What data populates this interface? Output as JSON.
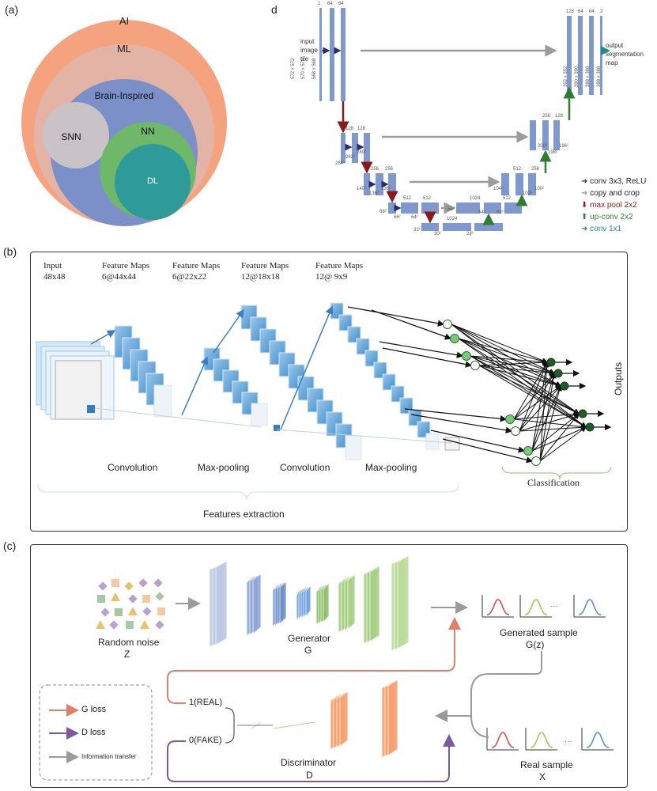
{
  "panels": {
    "a": {
      "label": "(a)",
      "circles": [
        {
          "label": "AI",
          "color": "#f5a27f"
        },
        {
          "label": "ML",
          "color": "#e3b3a6"
        },
        {
          "label": "Brain-Inspired",
          "color": "#7b8fc9"
        },
        {
          "label": "SNN",
          "color": "#c9c3c8"
        },
        {
          "label": "NN",
          "color": "#6fb86a"
        },
        {
          "label": "DL",
          "color": "#2e9a9a"
        }
      ]
    },
    "d": {
      "label": "d",
      "input_label": [
        "input",
        "image",
        "tile"
      ],
      "output_label": [
        "output",
        "segmentation",
        "map"
      ],
      "channel_labels": {
        "l1": [
          "1",
          "64",
          "64"
        ],
        "l2": [
          "128",
          "128"
        ],
        "l3": [
          "256",
          "256"
        ],
        "l4": [
          "512",
          "512"
        ],
        "bottom": [
          "1024"
        ],
        "u4": [
          "1024",
          "512"
        ],
        "u3": [
          "512",
          "256"
        ],
        "u2": [
          "256",
          "128"
        ],
        "u1": [
          "128",
          "64",
          "64",
          "2"
        ]
      },
      "size_labels": {
        "l1": [
          "572 x 572",
          "570 x 570",
          "568 x 568"
        ],
        "r1": [
          "392 x 392",
          "390 x 390",
          "388 x 388",
          "388 x 388"
        ],
        "l2": [
          "284²",
          "282²",
          "280²"
        ],
        "r2": [
          "200²",
          "198²",
          "196²"
        ],
        "l3": [
          "140²",
          "138²",
          "136²"
        ],
        "r3": [
          "104²",
          "102²",
          "100²"
        ],
        "l4": [
          "68²",
          "66²",
          "64²"
        ],
        "r4": [
          "56²",
          "54²",
          "52²"
        ],
        "bottom": [
          "32²",
          "30²",
          "28²"
        ]
      },
      "legend": [
        {
          "label": "conv 3x3, ReLU",
          "color": "#2b2a6e"
        },
        {
          "label": "copy and crop",
          "color": "#9b9b9b"
        },
        {
          "label": "max pool 2x2",
          "color": "#8b1a1a"
        },
        {
          "label": "up-conv 2x2",
          "color": "#2e7d32"
        },
        {
          "label": "conv 1x1",
          "color": "#1f8a8a"
        }
      ]
    },
    "b": {
      "label": "(b)",
      "stages": [
        {
          "title": "Input",
          "sub": "48x48"
        },
        {
          "title": "Feature Maps",
          "sub": "6@44x44"
        },
        {
          "title": "Feature Maps",
          "sub": "6@22x22"
        },
        {
          "title": "Feature Maps",
          "sub": "12@18x18"
        },
        {
          "title": "Feature Maps",
          "sub": "12@ 9x9"
        }
      ],
      "ops": [
        "Convolution",
        "Max-pooling",
        "Convolution",
        "Max-pooling"
      ],
      "classification": "Classification",
      "features": "Features extraction",
      "outputs": "Outputs"
    },
    "c": {
      "label": "(c)",
      "random_noise": "Random noise",
      "z": "Z",
      "generator": "Generator",
      "g": "G",
      "generated": "Generated sample",
      "gz": "G(z)",
      "real_sample": "Real sample",
      "x": "X",
      "discriminator": "Discriminator",
      "d": "D",
      "real": "1(REAL)",
      "fake": "0(FAKE)",
      "dots": "···",
      "legend": [
        {
          "label": "G loss",
          "color": "#e0806b"
        },
        {
          "label": "D loss",
          "color": "#7a5c9e"
        },
        {
          "label": "Information transfer",
          "color": "#9b9b9b"
        }
      ]
    }
  }
}
